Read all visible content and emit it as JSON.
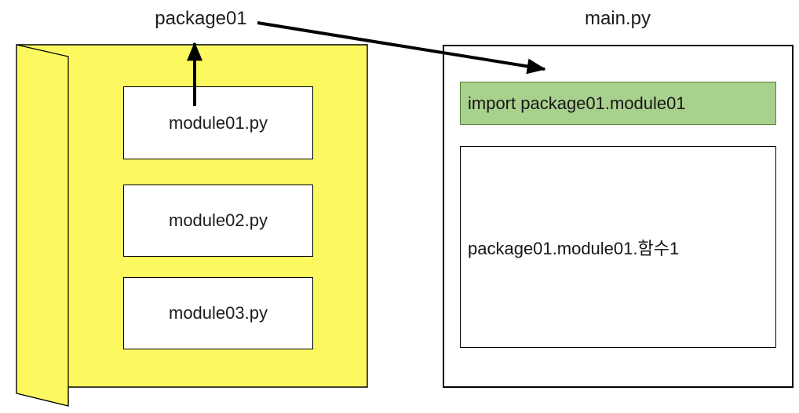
{
  "colors": {
    "folder_fill": "#FCF960",
    "outline": "#000000",
    "import_fill": "#A9D18E",
    "import_border": "#538135",
    "arrow": "#000000"
  },
  "package": {
    "title": "package01",
    "modules": [
      {
        "label": "module01.py"
      },
      {
        "label": "module02.py"
      },
      {
        "label": "module03.py"
      }
    ]
  },
  "main": {
    "title": "main.py",
    "import_statement": "import package01.module01",
    "function_call": "package01.module01.함수1"
  }
}
